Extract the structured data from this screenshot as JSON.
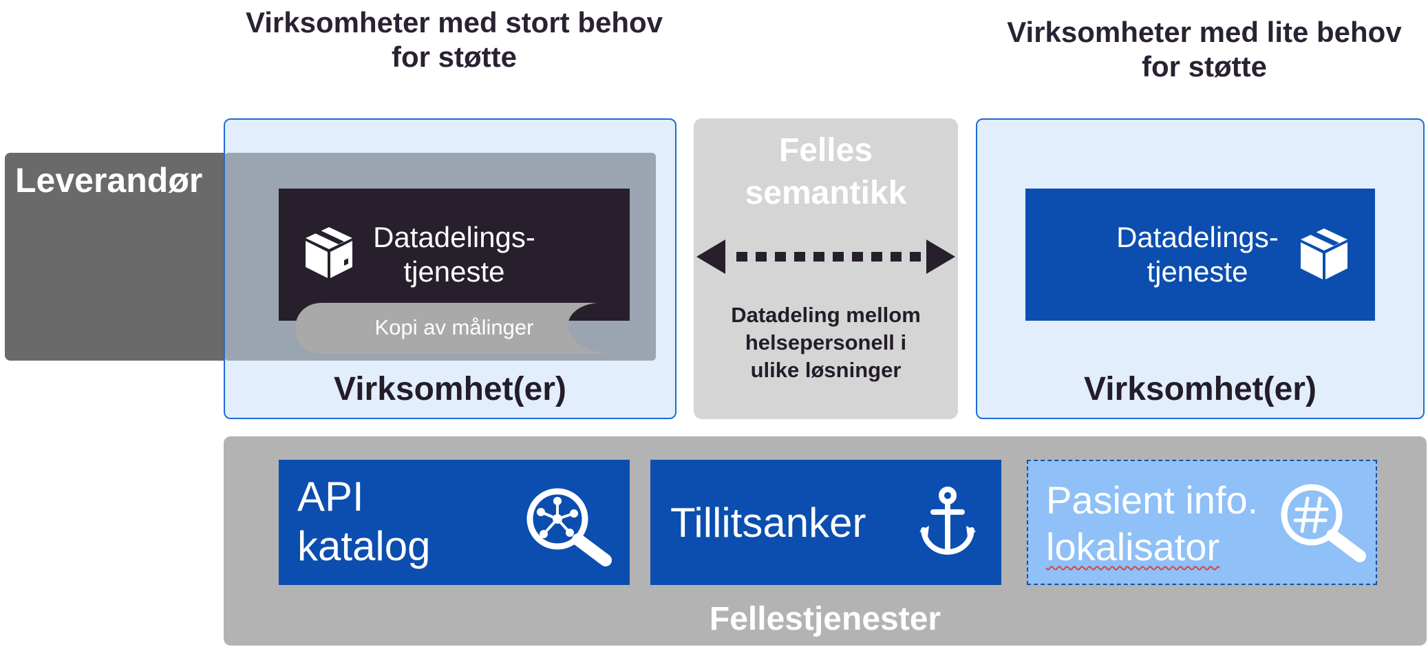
{
  "headings": {
    "left": "Virksomheter med stort behov\nfor støtte",
    "right": "Virksomheter med lite behov\nfor støtte"
  },
  "leverandor": {
    "label": "Leverandør"
  },
  "left_panel": {
    "service_box": "Datadelings-\ntjeneste",
    "copy_label": "Kopi av målinger",
    "footer": "Virksomhet(er)"
  },
  "middle_panel": {
    "title": "Felles\nsemantikk",
    "arrow_caption": "Datadeling mellom\nhelsepersonell i\nulike løsninger"
  },
  "right_panel": {
    "service_box": "Datadelings-\ntjeneste",
    "footer": "Virksomhet(er)"
  },
  "services": {
    "footer": "Fellestjenester",
    "items": [
      {
        "label": "API\nkatalog",
        "icon": "network-magnifier-icon"
      },
      {
        "label": "Tillitsanker",
        "icon": "anchor-icon"
      },
      {
        "label_line1": "Pasient info.",
        "label_line2": "lokalisator",
        "icon": "hash-magnifier-icon"
      }
    ]
  },
  "colors": {
    "dark_box": "#271f2c",
    "blue_box": "#0b4eaf",
    "light_blue_box": "#8fc0f7",
    "panel_light": "#e2eefb",
    "panel_border": "#1e6bd6",
    "grey_panel": "#d5d5d5",
    "services_panel": "#b3b3b3",
    "leverandor": "#6a6a6a"
  }
}
